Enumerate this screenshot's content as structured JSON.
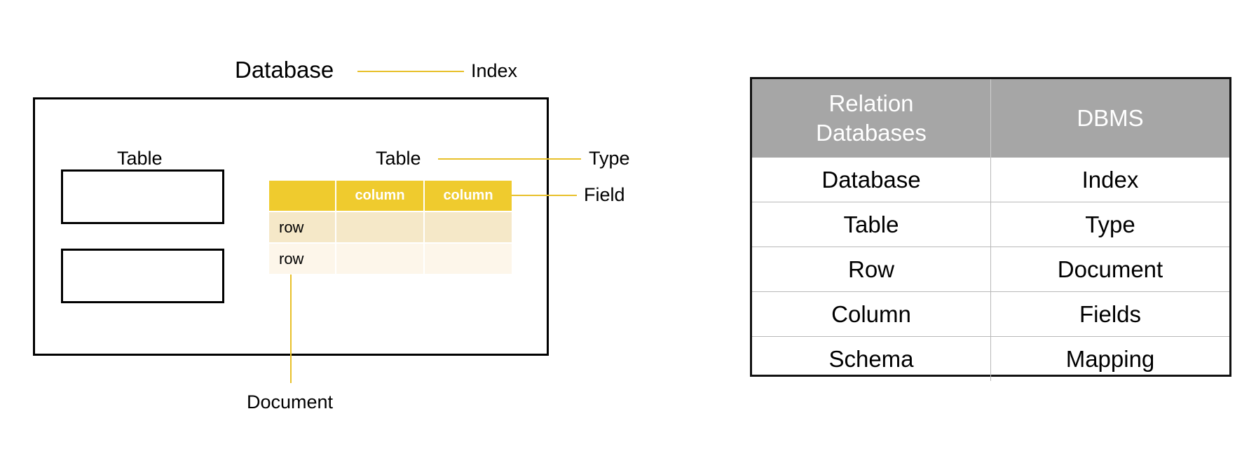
{
  "diagram": {
    "title_label": "Database",
    "index_label": "Index",
    "left_table_label": "Table",
    "right_table_label": "Table",
    "type_label": "Type",
    "field_label": "Field",
    "document_label": "Document",
    "mini_table": {
      "header": [
        "",
        "column",
        "column"
      ],
      "rows": [
        [
          "row",
          "",
          ""
        ],
        [
          "row",
          "",
          ""
        ]
      ]
    },
    "colors": {
      "connector": "#E8C02A",
      "header_fill": "#EFCB2E",
      "row1_fill": "#F5E8C8",
      "row2_fill": "#FDF6EA",
      "border": "#000000"
    }
  },
  "comparison_table": {
    "headers": [
      "Relation Databases",
      "DBMS"
    ],
    "header_left_line1": "Relation",
    "header_left_line2": "Databases",
    "rows": [
      {
        "relational": "Database",
        "dbms": "Index"
      },
      {
        "relational": "Table",
        "dbms": "Type"
      },
      {
        "relational": "Row",
        "dbms": "Document"
      },
      {
        "relational": "Column",
        "dbms": "Fields"
      },
      {
        "relational": "Schema",
        "dbms": "Mapping"
      }
    ],
    "colors": {
      "header_fill": "#A6A6A6",
      "header_text": "#FFFFFF",
      "border": "#111111",
      "grid": "#B8B8B8"
    }
  }
}
